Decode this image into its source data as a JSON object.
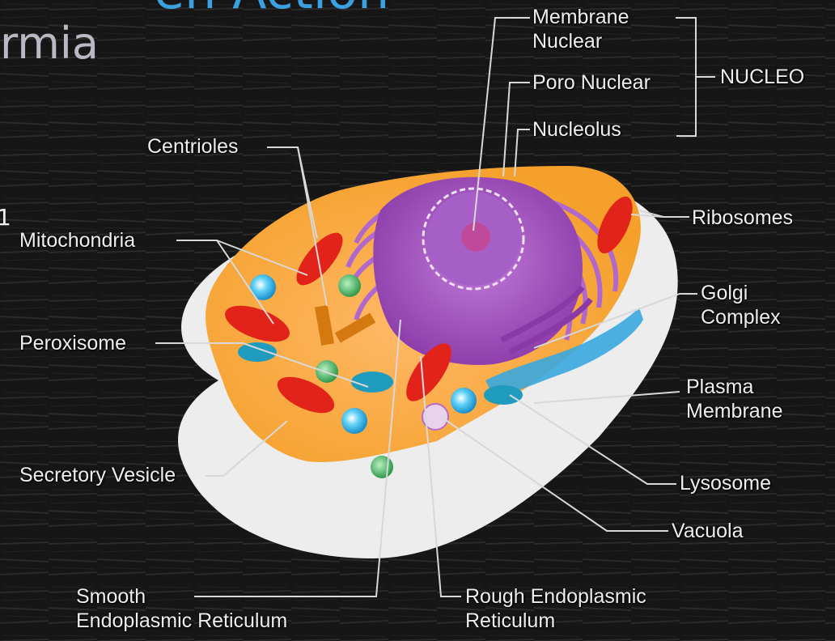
{
  "slide": {
    "title_fragment": "en Action",
    "subtitle_fragment": "rmia",
    "edge_number": "1"
  },
  "labels": {
    "membrane_nuclear": [
      "Membrane",
      "Nuclear"
    ],
    "poro_nuclear": "Poro Nuclear",
    "nucleolus": "Nucleolus",
    "nucleo_group": "NUCLEO",
    "centrioles": "Centrioles",
    "ribosomes": "Ribosomes",
    "mitochondria": "Mitochondria",
    "golgi_complex": [
      "Golgi",
      "Complex"
    ],
    "peroxisome": "Peroxisome",
    "plasma_membrane": [
      "Plasma",
      "Membrane"
    ],
    "lysosome": "Lysosome",
    "secretory_vesicle": "Secretory Vesicle",
    "vacuola": "Vacuola",
    "smooth_er": [
      "Smooth",
      "Endoplasmic Reticulum"
    ],
    "rough_er": [
      "Rough Endoplasmic",
      "Reticulum"
    ]
  },
  "colors": {
    "background": "#161616",
    "leader_line": "#d8d8d8",
    "label_text": "#eeeeee",
    "outer_membrane": "#ececec",
    "cytoplasm": "#f7a531",
    "nucleus": "#9a4ab8",
    "mitochondria": "#e2231a",
    "lysosome": "#1e9bbd",
    "vesicle": "#3ab8e8",
    "peroxisome_dot": "#3cae5a",
    "centriole": "#d4790f"
  }
}
